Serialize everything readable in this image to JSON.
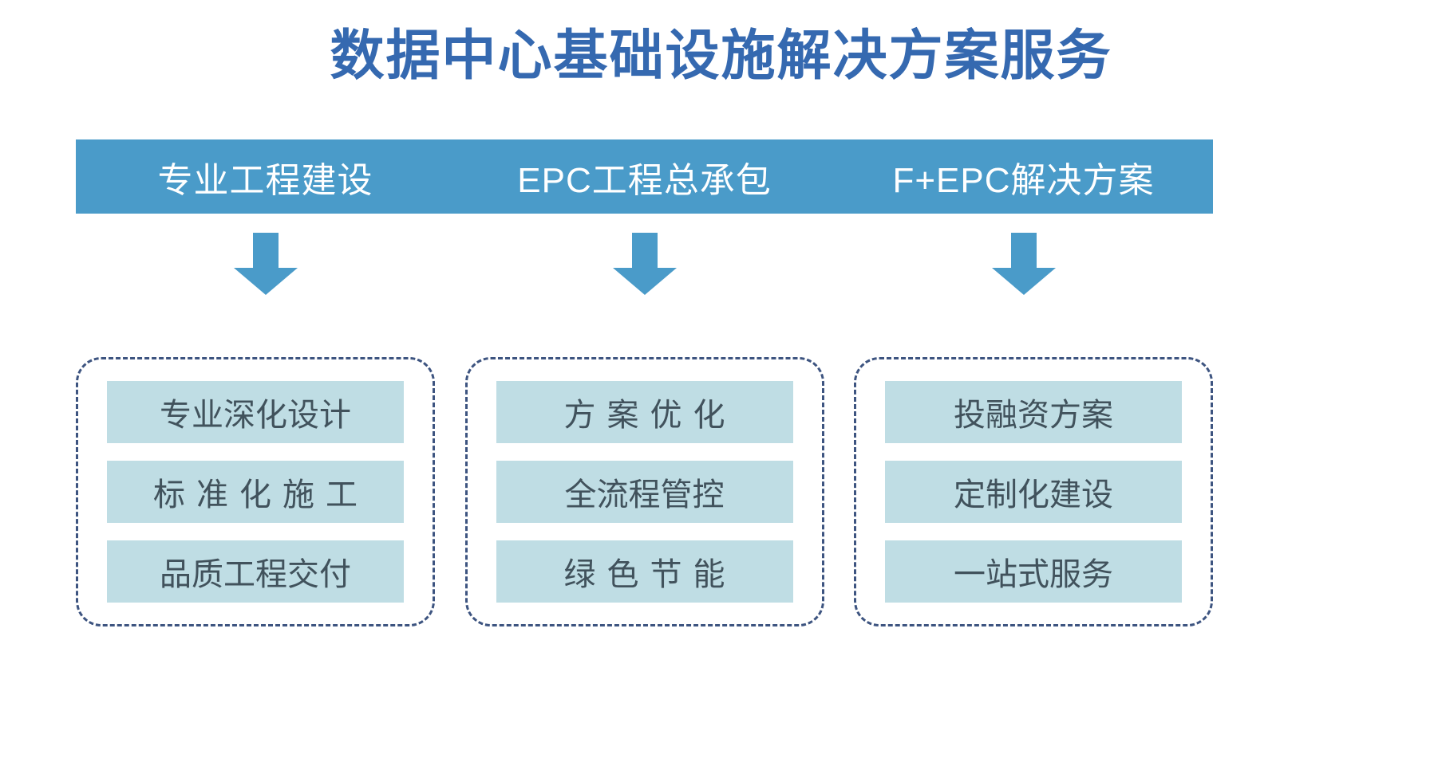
{
  "title": "数据中心基础设施解决方案服务",
  "colors": {
    "title": "#3569b0",
    "header_band": "#4a9bc9",
    "arrow": "#4a9bc9",
    "dashed_border": "#3d5480",
    "item_bar": "#bfdde4",
    "item_text": "#41525c",
    "header_text": "#ffffff",
    "background": "#ffffff"
  },
  "header": {
    "cells": [
      {
        "label": "专业工程建设"
      },
      {
        "label": "EPC工程总承包"
      },
      {
        "label": "F+EPC解决方案"
      }
    ]
  },
  "arrows": [
    {
      "icon": "arrow-down-icon"
    },
    {
      "icon": "arrow-down-icon"
    },
    {
      "icon": "arrow-down-icon"
    }
  ],
  "columns": [
    {
      "name": "专业工程建设",
      "items": [
        {
          "label": "专业深化设计",
          "spaced": false
        },
        {
          "label": "标准化施工",
          "spaced": true
        },
        {
          "label": "品质工程交付",
          "spaced": false
        }
      ]
    },
    {
      "name": "EPC工程总承包",
      "items": [
        {
          "label": "方案优化",
          "spaced": true
        },
        {
          "label": "全流程管控",
          "spaced": false
        },
        {
          "label": "绿色节能",
          "spaced": true
        }
      ]
    },
    {
      "name": "F+EPC解决方案",
      "items": [
        {
          "label": "投融资方案",
          "spaced": false
        },
        {
          "label": "定制化建设",
          "spaced": false
        },
        {
          "label": "一站式服务",
          "spaced": false
        }
      ]
    }
  ]
}
